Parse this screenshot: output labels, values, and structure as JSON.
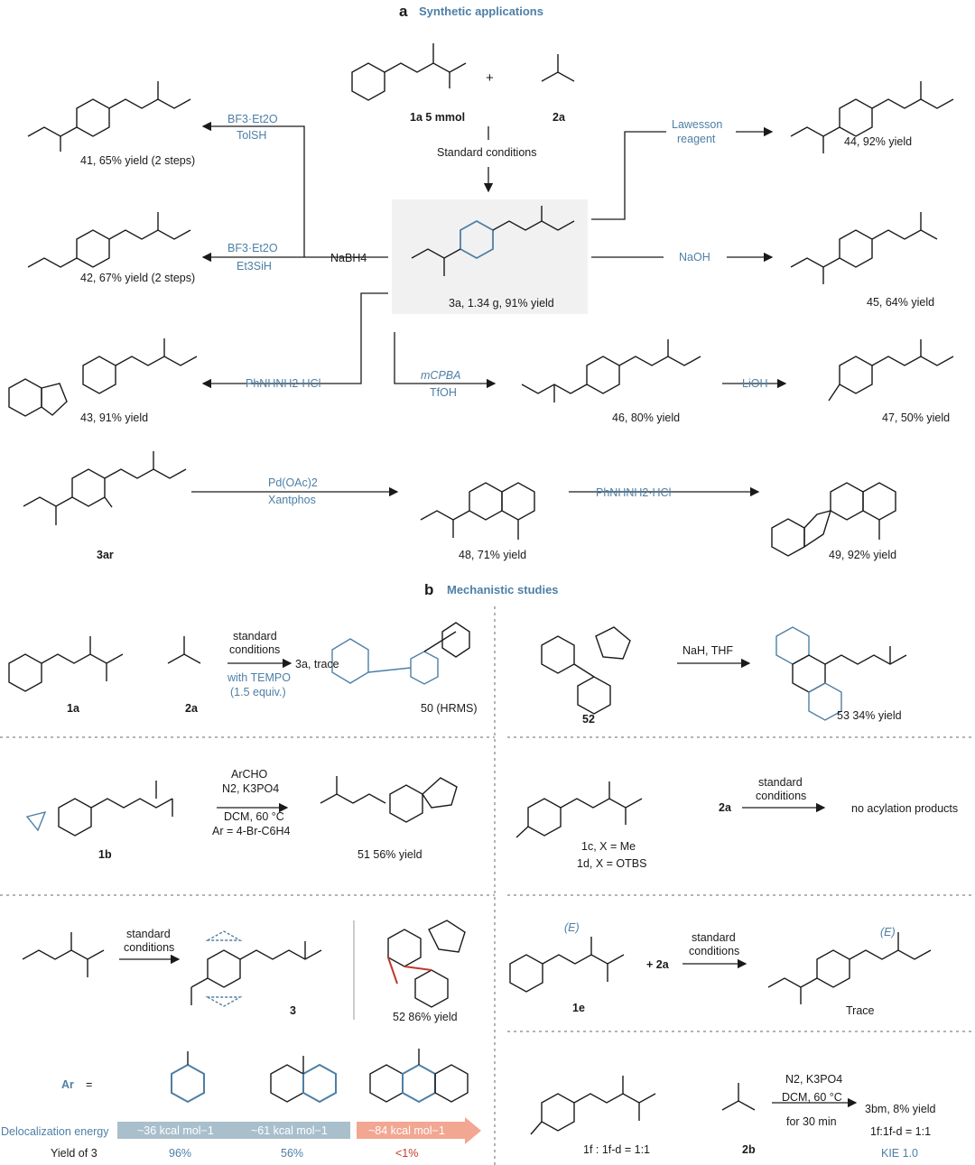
{
  "section_a": {
    "letter": "a",
    "title": "Synthetic applications"
  },
  "section_b": {
    "letter": "b",
    "title": "Mechanistic studies"
  },
  "a": {
    "sm1": "1a 5 mmol",
    "plus": "+",
    "sm2": "2a",
    "standard": "Standard conditions",
    "main_product": "3a, 1.34 g, 91% yield",
    "r41_1": "BF3·Et2O",
    "r41_2": "TolSH",
    "p41": "41, 65% yield (2 steps)",
    "r42_1": "BF3·Et2O",
    "r42_2": "Et3SiH",
    "nabh4": "NaBH4",
    "p42": "42, 67% yield (2 steps)",
    "r43": "PhNHNH2·HCl",
    "p43": "43, 91% yield",
    "r44_1": "Lawesson",
    "r44_2": "reagent",
    "p44": "44, 92% yield",
    "r45": "NaOH",
    "p45": "45, 64% yield",
    "r46_1": "mCPBA",
    "r46_2": "TfOH",
    "p46": "46, 80% yield",
    "r47": "LiOH",
    "p47": "47, 50% yield",
    "sm3ar": "3ar",
    "r48_1": "Pd(OAc)2",
    "r48_2": "Xantphos",
    "p48": "48, 71% yield",
    "r49": "PhNHNH2·HCl",
    "p49": "49, 92% yield"
  },
  "b": {
    "p1_sm1": "1a",
    "p1_sm2": "2a",
    "p1_cond1": "standard",
    "p1_cond2": "conditions",
    "p1_tempo1": "with TEMPO",
    "p1_tempo2": "(1.5 equiv.)",
    "p1_trace": "3a, trace",
    "p1_p50": "50 (HRMS)",
    "p2_sm": "52",
    "p2_cond": "NaH, THF",
    "p2_prod": "53 34% yield",
    "p3_sm": "1b",
    "p3_c1": "ArCHO",
    "p3_c2": "N2, K3PO4",
    "p3_c3": "DCM, 60 °C",
    "p3_c4": "Ar = 4-Br-C6H4",
    "p3_prod": "51 56% yield",
    "p4_1c": "1c, X = Me",
    "p4_1d": "1d, X = OTBS",
    "p4_2a": "2a",
    "p4_c1": "standard",
    "p4_c2": "conditions",
    "p4_res": "no acylation products",
    "p5_c1": "standard",
    "p5_c2": "conditions",
    "p5_3": "3",
    "p5_52": "52 86% yield",
    "ar_label": "Ar",
    "ar_eq": "=",
    "deloc_label": "Delocalization energy",
    "deloc": [
      "~36 kcal mol−1",
      "~61 kcal mol−1",
      "~84 kcal mol−1"
    ],
    "yield_label": "Yield of 3",
    "yields": [
      "96%",
      "56%",
      "<1%"
    ],
    "p6_E1": "(E)",
    "p6_E2": "(E)",
    "p6_sm": "1e",
    "p6_2a": "+ 2a",
    "p6_c1": "standard",
    "p6_c2": "conditions",
    "p6_res": "Trace",
    "p7_sm": "1f : 1f-d = 1:1",
    "p7_2b": "2b",
    "p7_c1": "N2, K3PO4",
    "p7_c2": "DCM, 60 °C",
    "p7_c3": "for 30 min",
    "p7_r1": "3bm, 8% yield",
    "p7_r2": "1f:1f-d = 1:1",
    "p7_kie": "KIE 1.0"
  },
  "colors": {
    "accent_blue": "#4d7fa6",
    "red_bond": "#c0392b",
    "panel": "#f1f1f1",
    "pill_blue": "#a9bfcc",
    "pill_red": "#f2a792"
  }
}
